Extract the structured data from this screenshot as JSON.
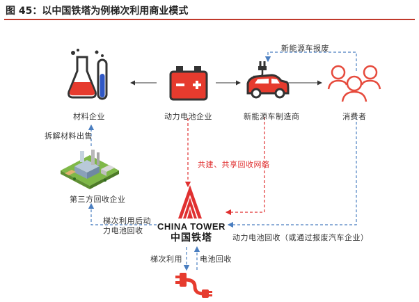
{
  "figure": {
    "title": "图 45：以中国铁塔为例梯次利用商业模式"
  },
  "nodes": {
    "materials": "材料企业",
    "battery": "动力电池企业",
    "nev_maker": "新能源车制造商",
    "consumer": "消费者",
    "third_party": "第三方回收企业",
    "tower_en": "CHINA TOWER",
    "tower_cn": "中国铁塔"
  },
  "edges": {
    "nev_report": "新能源车报废",
    "dismantle_sell": "拆解材料出售",
    "cascade_line1": "梯次利用后动",
    "cascade_line2": "力电池回收",
    "co_build": "共建、共享回收网络",
    "battery_recycle_consumer": "动力电池回收（或通过报废汽车企业）",
    "cascade_use": "梯次利用",
    "battery_recycle": "电池回收"
  },
  "colors": {
    "accent_red": "#e03030",
    "blue": "#4a7ec0",
    "dark": "#333333"
  },
  "icons": [
    "lab-flask-icon",
    "car-battery-icon",
    "electric-car-icon",
    "people-icon",
    "factory-icon",
    "china-tower-logo",
    "power-cable-icon"
  ]
}
